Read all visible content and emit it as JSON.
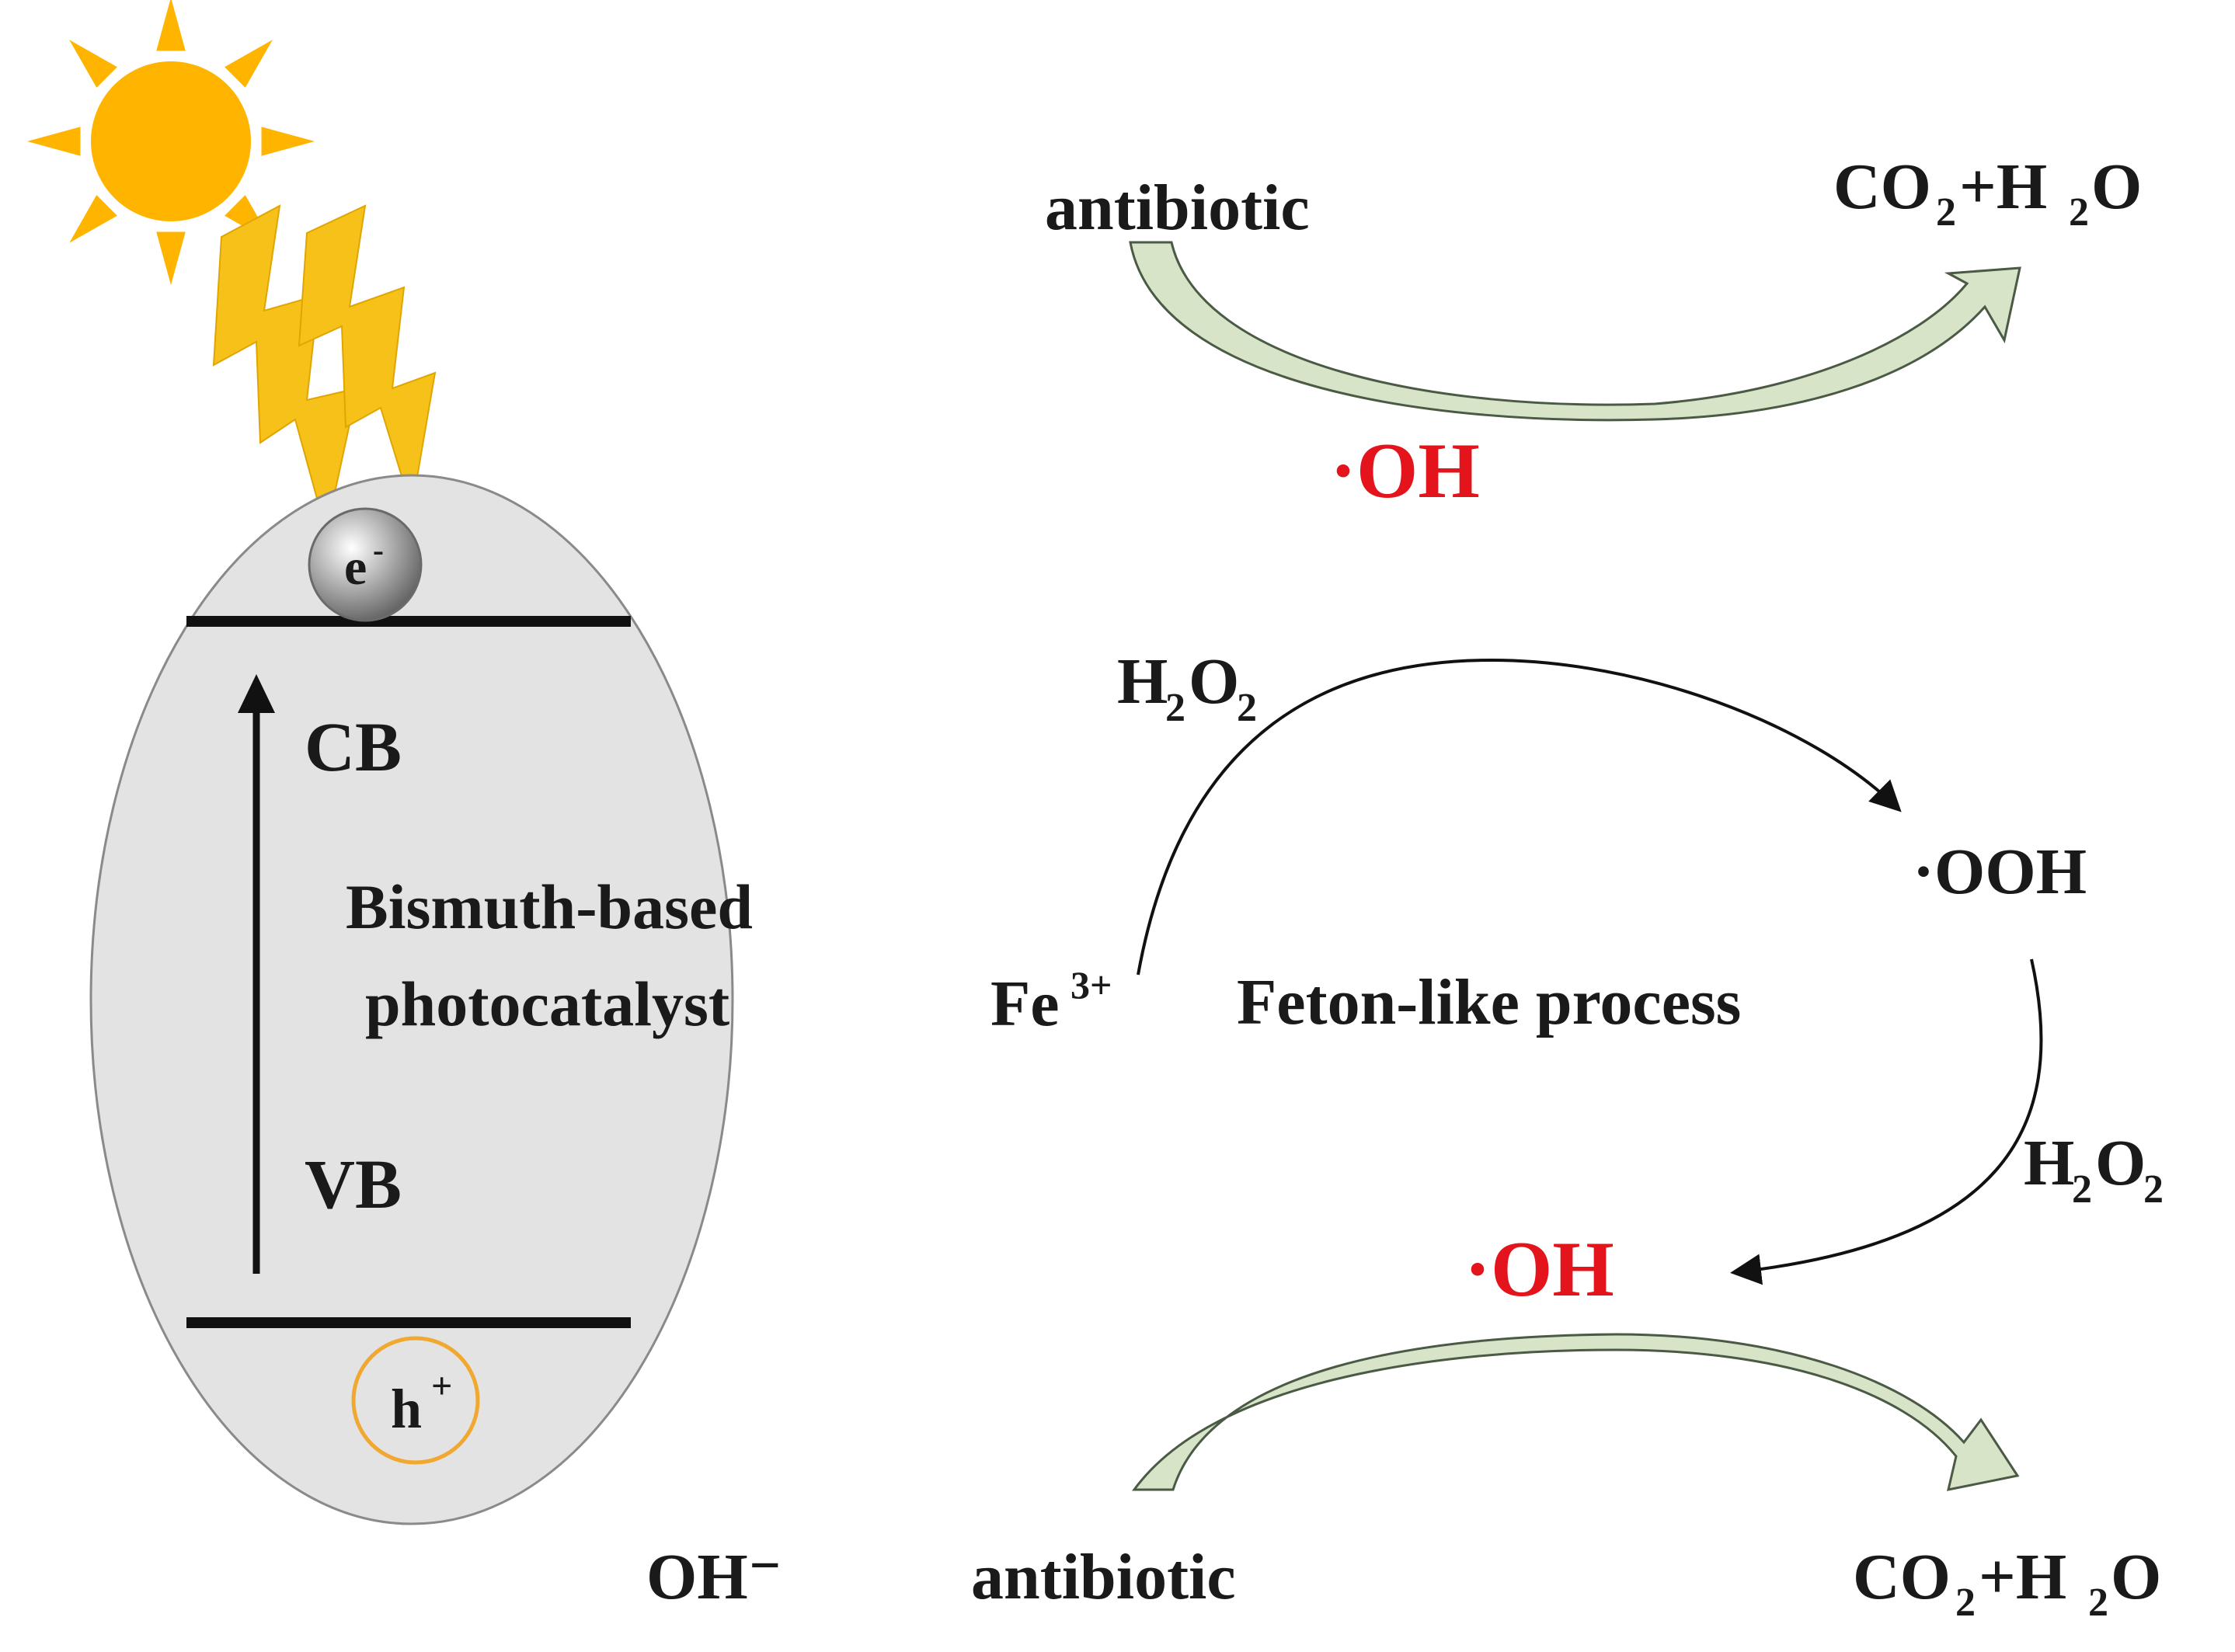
{
  "colors": {
    "sun": "#ffb400",
    "lightning": "#f6c21a",
    "particle_fill": "#e3e3e3",
    "particle_stroke": "#8a8a8a",
    "band_line": "#111111",
    "electron": "#8d8d8d",
    "hole_ring": "#f0a830",
    "green_arrow": "#d7e4c8",
    "green_arrow_stroke": "#4a5a44",
    "radical_red": "#e3141b",
    "text": "#1a1a1a"
  },
  "icons": {
    "sun": "sun-icon",
    "lightning": "lightning-bolt-icon",
    "electron": "electron-sphere-icon",
    "hole": "hole-circle-icon"
  },
  "particle": {
    "electron_label": "e",
    "electron_sup": "-",
    "hole_label": "h",
    "hole_sup": "+",
    "cb_label": "CB",
    "vb_label": "VB",
    "name_line1": "Bismuth-based",
    "name_line2": "photocatalyst"
  },
  "top_reaction": {
    "reactant": "antibiotic",
    "radical": "·OH",
    "product_co": "CO",
    "product_co_sub": "2",
    "product_plus": "+H",
    "product_h_sub": "2",
    "product_o": "O"
  },
  "fenton": {
    "h2o2_top_h": "H",
    "h2o2_top_sub1": "2",
    "h2o2_top_o": "O",
    "h2o2_top_sub2": "2",
    "fe_label": "Fe",
    "fe_sup": "3+",
    "process_label": "Feton-like process",
    "ooh_label": "·OOH",
    "h2o2_right_h": "H",
    "h2o2_right_sub1": "2",
    "h2o2_right_o": "O",
    "h2o2_right_sub2": "2",
    "radical": "·OH"
  },
  "bottom_reaction": {
    "hydroxide": "OH⁻",
    "reactant": "antibiotic",
    "product_co": "CO",
    "product_co_sub": "2",
    "product_plus": "+H",
    "product_h_sub": "2",
    "product_o": "O"
  }
}
